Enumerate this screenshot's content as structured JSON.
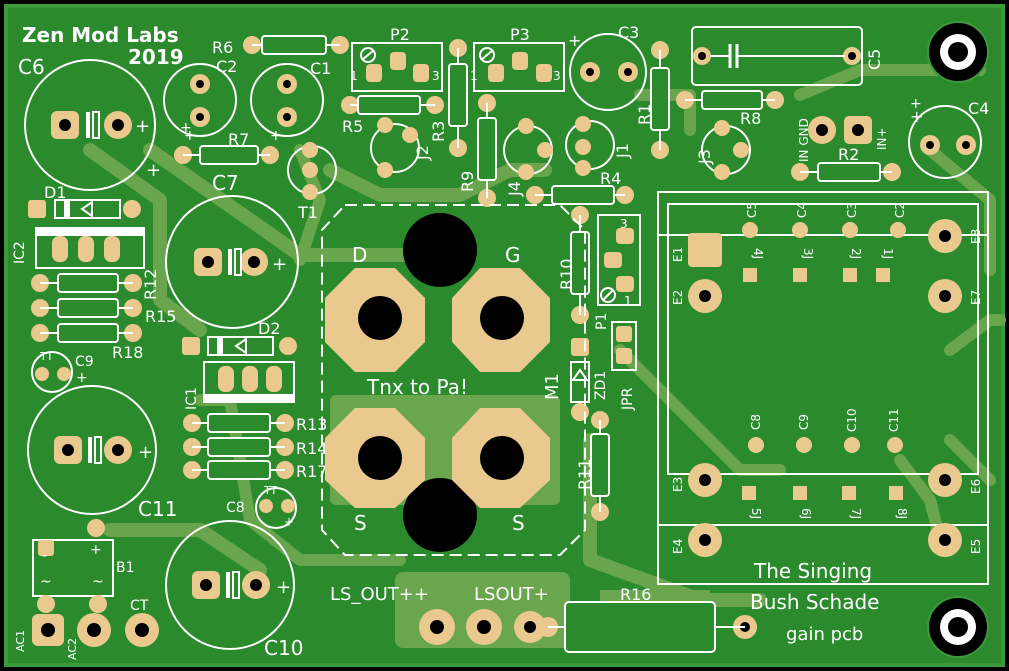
{
  "title_line1": "Zen Mod Labs",
  "title_line2": "2019",
  "center_text": "Tnx to Pa!",
  "board_name_1": "The Singing",
  "board_name_2": "Bush Schade",
  "board_name_3": "gain pcb",
  "connector_ls_out_pp": "LS_OUT++",
  "connector_ls_out_p": "LSOUT+",
  "connector_ct": "CT",
  "connector_ac1": "AC1",
  "connector_ac2": "AC2",
  "connector_in_gnd": "IN GND",
  "connector_in_plus": "IN+",
  "mosfet": {
    "ref": "M1",
    "d": "D",
    "g": "G",
    "s1": "S",
    "s2": "S"
  },
  "refs": {
    "C1": "C1",
    "C2": "C2",
    "C3": "C3",
    "C4": "C4",
    "C5": "C5",
    "C6": "C6",
    "C7": "C7",
    "C8": "C8",
    "C9": "C9",
    "C10": "C10",
    "C11": "C11",
    "R1": "R1",
    "R2": "R2",
    "R3": "R3",
    "R4": "R4",
    "R5": "R5",
    "R6": "R6",
    "R7": "R7",
    "R8": "R8",
    "R9": "R9",
    "R10": "R10",
    "R11": "R11",
    "R12": "R12",
    "R13": "R13",
    "R14": "R14",
    "R15": "R15",
    "R16": "R16",
    "R17": "R17",
    "R18": "R18",
    "P1": "P1",
    "P2": "P2",
    "P3": "P3",
    "J1": "J1",
    "J2": "J2",
    "J3": "J3",
    "J4": "J4",
    "T1": "T1",
    "D1": "D1",
    "D2": "D2",
    "IC1": "IC1",
    "IC2": "IC2",
    "B1": "B1",
    "ZD1": "ZD1",
    "JPR": "JPR",
    "TT": "TT"
  },
  "transformer": {
    "E1": "E1",
    "E2": "E2",
    "E3": "E3",
    "E4": "E4",
    "E5": "E5",
    "E6": "E6",
    "E7": "E7",
    "E8": "E8",
    "top_caps": [
      "C5",
      "C4",
      "C3",
      "C2"
    ],
    "top_jumpers": [
      "4J",
      "3J",
      "2J",
      "1J"
    ],
    "bottom_caps": [
      "C8",
      "C9",
      "C10",
      "C11"
    ],
    "bottom_jumpers": [
      "5J",
      "6J",
      "7J",
      "8J"
    ]
  },
  "pin_one": "1",
  "pin_three": "3",
  "plus": "+",
  "minus": "-",
  "tilde": "~",
  "colors": {
    "board": "#2a8a2c",
    "border": "#3a9f3a",
    "pad": "#e9c98e",
    "silk": "#ffffff",
    "trace": "#69a54c"
  }
}
